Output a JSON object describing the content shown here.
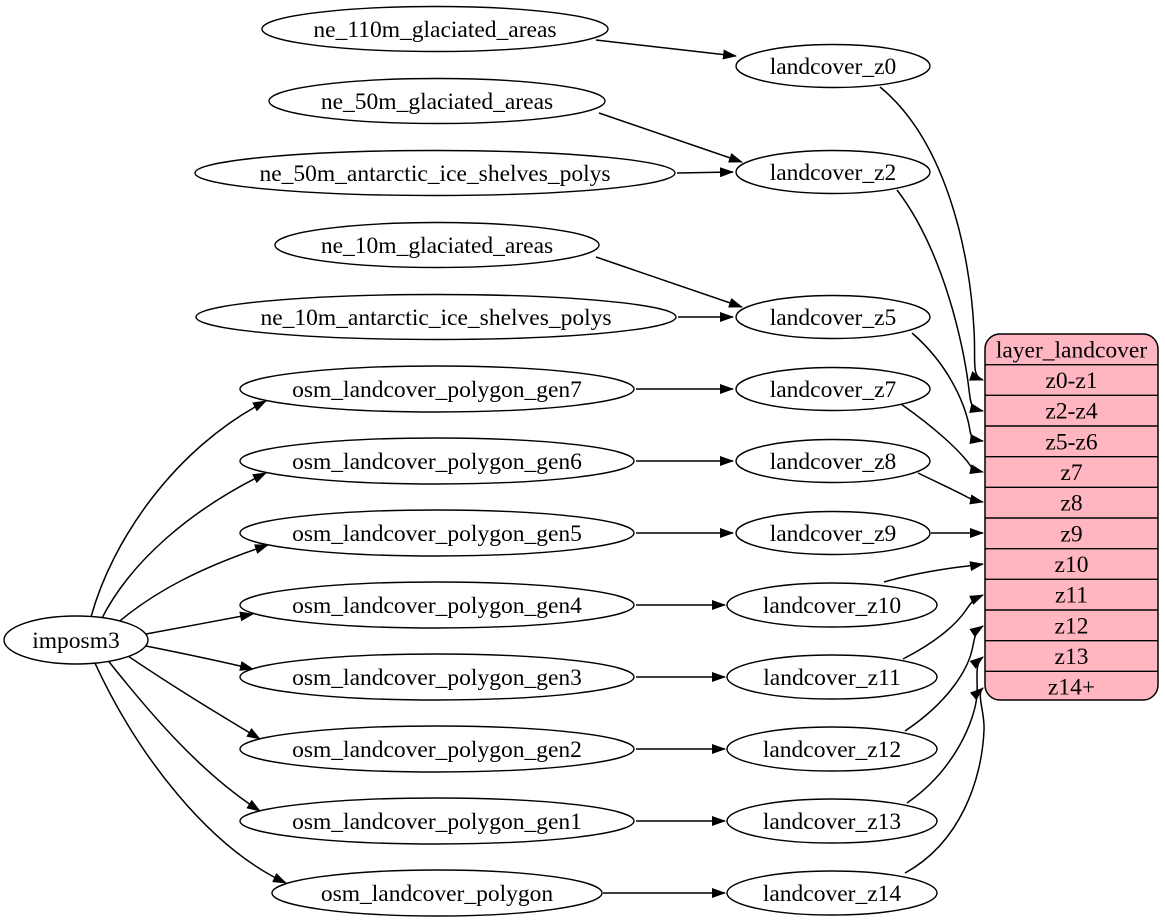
{
  "diagram": {
    "root_label": "imposm3",
    "sources": [
      "ne_110m_glaciated_areas",
      "ne_50m_glaciated_areas",
      "ne_50m_antarctic_ice_shelves_polys",
      "ne_10m_glaciated_areas",
      "ne_10m_antarctic_ice_shelves_polys",
      "osm_landcover_polygon_gen7",
      "osm_landcover_polygon_gen6",
      "osm_landcover_polygon_gen5",
      "osm_landcover_polygon_gen4",
      "osm_landcover_polygon_gen3",
      "osm_landcover_polygon_gen2",
      "osm_landcover_polygon_gen1",
      "osm_landcover_polygon"
    ],
    "zoom_nodes": [
      "landcover_z0",
      "landcover_z2",
      "landcover_z5",
      "landcover_z7",
      "landcover_z8",
      "landcover_z9",
      "landcover_z10",
      "landcover_z11",
      "landcover_z12",
      "landcover_z13",
      "landcover_z14"
    ],
    "table": {
      "title": "layer_landcover",
      "rows": [
        "z0-z1",
        "z2-z4",
        "z5-z6",
        "z7",
        "z8",
        "z9",
        "z10",
        "z11",
        "z12",
        "z13",
        "z14+"
      ],
      "fill": "#ffb6c1",
      "stroke": "#000000"
    },
    "edges": [
      "imposm3 -> osm_landcover_polygon_gen7",
      "imposm3 -> osm_landcover_polygon_gen6",
      "imposm3 -> osm_landcover_polygon_gen5",
      "imposm3 -> osm_landcover_polygon_gen4",
      "imposm3 -> osm_landcover_polygon_gen3",
      "imposm3 -> osm_landcover_polygon_gen2",
      "imposm3 -> osm_landcover_polygon_gen1",
      "imposm3 -> osm_landcover_polygon",
      "ne_110m_glaciated_areas -> landcover_z0",
      "ne_50m_glaciated_areas -> landcover_z2",
      "ne_50m_antarctic_ice_shelves_polys -> landcover_z2",
      "ne_10m_glaciated_areas -> landcover_z5",
      "ne_10m_antarctic_ice_shelves_polys -> landcover_z5",
      "osm_landcover_polygon_gen7 -> landcover_z7",
      "osm_landcover_polygon_gen6 -> landcover_z8",
      "osm_landcover_polygon_gen5 -> landcover_z9",
      "osm_landcover_polygon_gen4 -> landcover_z10",
      "osm_landcover_polygon_gen3 -> landcover_z11",
      "osm_landcover_polygon_gen2 -> landcover_z12",
      "osm_landcover_polygon_gen1 -> landcover_z13",
      "osm_landcover_polygon -> landcover_z14",
      "landcover_z0 -> layer_landcover:z0-z1",
      "landcover_z2 -> layer_landcover:z2-z4",
      "landcover_z5 -> layer_landcover:z5-z6",
      "landcover_z7 -> layer_landcover:z7",
      "landcover_z8 -> layer_landcover:z8",
      "landcover_z9 -> layer_landcover:z9",
      "landcover_z10 -> layer_landcover:z10",
      "landcover_z11 -> layer_landcover:z11",
      "landcover_z12 -> layer_landcover:z12",
      "landcover_z13 -> layer_landcover:z13",
      "landcover_z14 -> layer_landcover:z14+"
    ]
  }
}
